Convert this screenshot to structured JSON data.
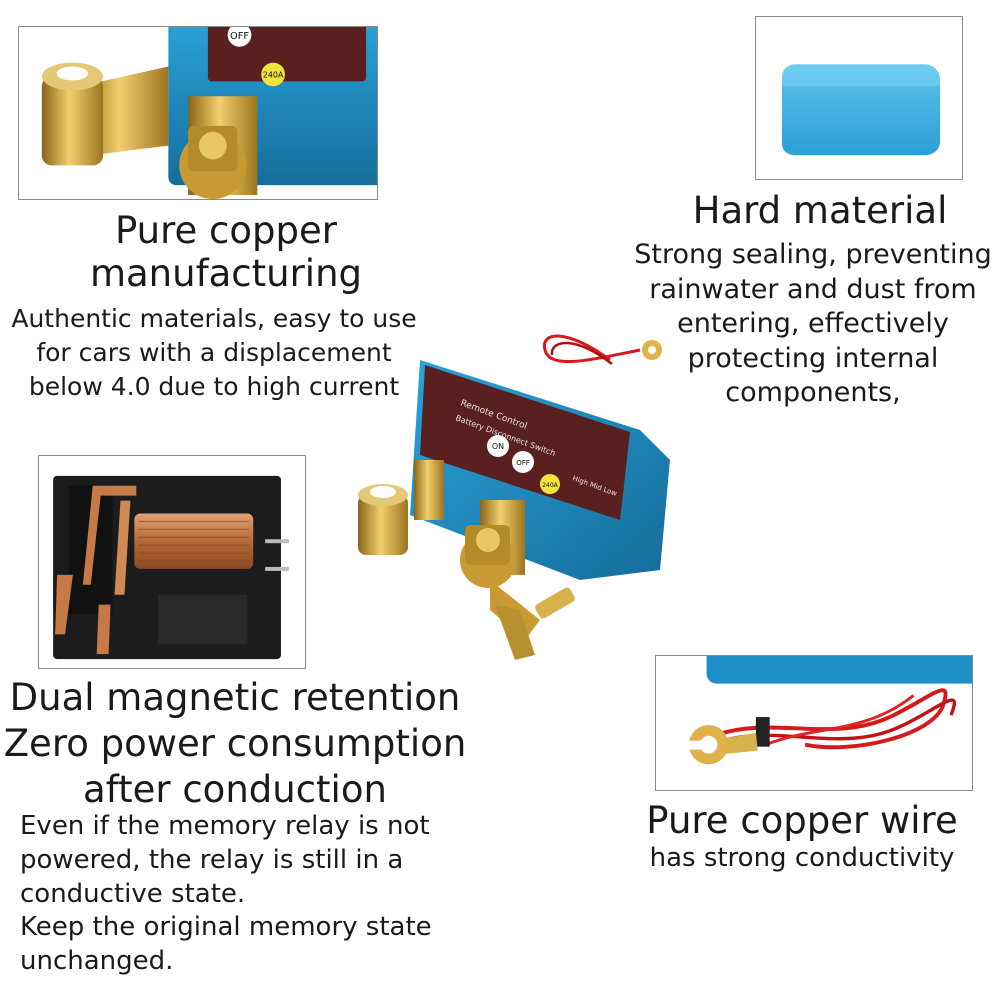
{
  "features": {
    "copper": {
      "title_line1": "Pure copper",
      "title_line2": "manufacturing",
      "desc": [
        "Authentic materials, easy to use",
        "for cars with a displacement",
        "below 4.0 due to high current"
      ]
    },
    "hard": {
      "title": "Hard material",
      "desc": [
        "Strong sealing, preventing",
        "rainwater and dust from",
        "entering, effectively",
        "protecting internal",
        "components,"
      ]
    },
    "dual": {
      "title": [
        "Dual magnetic retention",
        "Zero power consumption",
        "after conduction"
      ],
      "desc": [
        "Even if the memory relay is not",
        "powered, the relay is still in a",
        "conductive state.",
        "Keep the original memory state",
        "unchanged."
      ]
    },
    "wire": {
      "title": "Pure copper wire",
      "desc": "has strong conductivity"
    }
  },
  "device_labels": {
    "line1": "Remote Control",
    "line2": "Battery Disconnect Switch",
    "on": "ON",
    "off": "OFF",
    "amp": "240A",
    "levels": "High Mid Low"
  },
  "colors": {
    "housing_blue": "#1f8fc7",
    "label_maroon": "#5a1f1f",
    "brass": "#d9a93a",
    "wire_red": "#d41a1a",
    "relay_coil": "#c77a45"
  }
}
